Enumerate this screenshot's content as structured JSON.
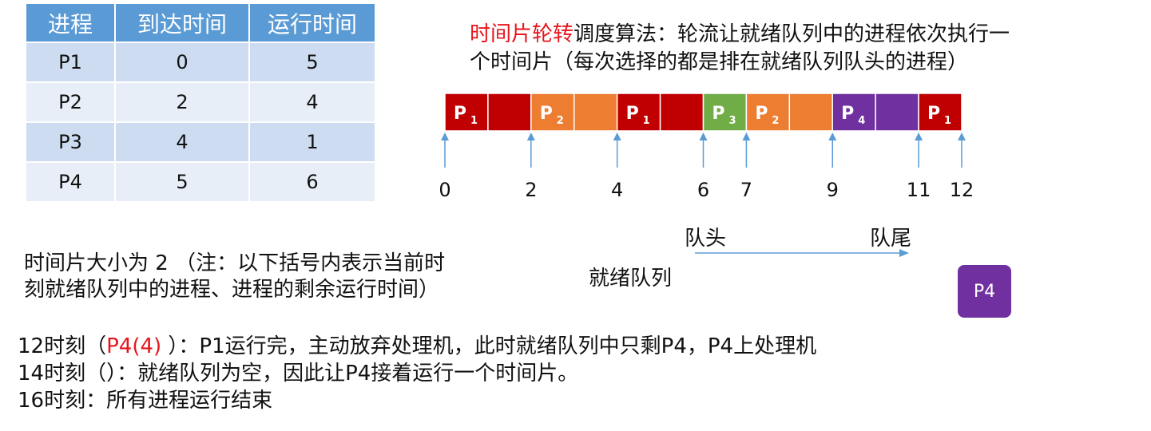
{
  "table": {
    "headers": [
      "进程",
      "到达时间",
      "运行时间"
    ],
    "rows": [
      [
        "P1",
        "0",
        "5"
      ],
      [
        "P2",
        "2",
        "4"
      ],
      [
        "P3",
        "4",
        "1"
      ],
      [
        "P4",
        "5",
        "6"
      ]
    ]
  },
  "description": {
    "highlight": "时间片轮转",
    "line1_rest": "调度算法：轮流让就绪队列中的进程依次执行一",
    "line2": "个时间片（每次选择的都是排在就绪队列队头的进程）"
  },
  "gantt": {
    "segments": [
      {
        "start": 0,
        "end": 1,
        "label": "P",
        "sub": "1",
        "color": "#c00000"
      },
      {
        "start": 1,
        "end": 2,
        "label": "",
        "sub": "",
        "color": "#c00000"
      },
      {
        "start": 2,
        "end": 3,
        "label": "P",
        "sub": "2",
        "color": "#ed7d31"
      },
      {
        "start": 3,
        "end": 4,
        "label": "",
        "sub": "",
        "color": "#ed7d31"
      },
      {
        "start": 4,
        "end": 5,
        "label": "P",
        "sub": "1",
        "color": "#c00000"
      },
      {
        "start": 5,
        "end": 6,
        "label": "",
        "sub": "",
        "color": "#c00000"
      },
      {
        "start": 6,
        "end": 7,
        "label": "P",
        "sub": "3",
        "color": "#70ad47"
      },
      {
        "start": 7,
        "end": 8,
        "label": "P",
        "sub": "2",
        "color": "#ed7d31"
      },
      {
        "start": 8,
        "end": 9,
        "label": "",
        "sub": "",
        "color": "#ed7d31"
      },
      {
        "start": 9,
        "end": 10,
        "label": "P",
        "sub": "4",
        "color": "#7030a0"
      },
      {
        "start": 10,
        "end": 11,
        "label": "",
        "sub": "",
        "color": "#7030a0"
      },
      {
        "start": 11,
        "end": 12,
        "label": "P",
        "sub": "1",
        "color": "#c00000"
      }
    ],
    "ticks": [
      {
        "value": 0,
        "label": "0"
      },
      {
        "value": 2,
        "label": "2"
      },
      {
        "value": 4,
        "label": "4"
      },
      {
        "value": 6,
        "label": "6"
      },
      {
        "value": 7,
        "label": "7"
      },
      {
        "value": 9,
        "label": "9"
      },
      {
        "value": 11,
        "label": "11"
      },
      {
        "value": 12,
        "label": "12"
      }
    ],
    "arrow_color": "#5b9bd5"
  },
  "queue": {
    "head_label": "队头",
    "tail_label": "队尾",
    "title": "就绪队列",
    "item": "P4",
    "item_color": "#7030a0"
  },
  "note": {
    "line1": "时间片大小为 2 （注：以下括号内表示当前时",
    "line2": "刻就绪队列中的进程、进程的剩余运行时间）"
  },
  "events": {
    "e1_prefix": "12时刻（",
    "e1_red": "P4(4)",
    "e1_rest": " ）：P1运行完，主动放弃处理机，此时就绪队列中只剩P4，P4上处理机",
    "e2": "14时刻（）：就绪队列为空，因此让P4接着运行一个时间片。",
    "e3": "16时刻：所有进程运行结束"
  }
}
